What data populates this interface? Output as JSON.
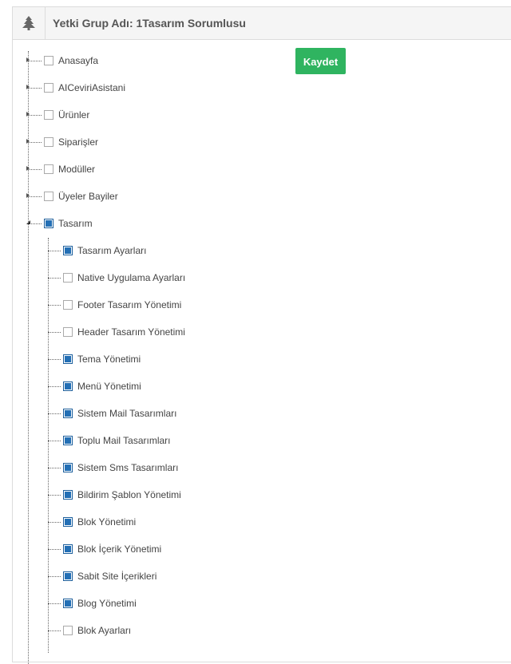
{
  "header": {
    "title": "Yetki Grup Adı: 1Tasarım Sorumlusu",
    "icon": "tree-icon"
  },
  "save_label": "Kaydet",
  "colors": {
    "accent": "#2fb460",
    "checkbox": "#236fb5"
  },
  "tree": [
    {
      "label": "Anasayfa",
      "checked": false,
      "expanded": false
    },
    {
      "label": "AICeviriAsistani",
      "checked": false,
      "expanded": false
    },
    {
      "label": "Ürünler",
      "checked": false,
      "expanded": false
    },
    {
      "label": "Siparişler",
      "checked": false,
      "expanded": false
    },
    {
      "label": "Modüller",
      "checked": false,
      "expanded": false
    },
    {
      "label": "Üyeler Bayiler",
      "checked": false,
      "expanded": false
    },
    {
      "label": "Tasarım",
      "checked": true,
      "expanded": true,
      "children": [
        {
          "label": "Tasarım Ayarları",
          "checked": true
        },
        {
          "label": "Native Uygulama Ayarları",
          "checked": false
        },
        {
          "label": "Footer Tasarım Yönetimi",
          "checked": false
        },
        {
          "label": "Header Tasarım Yönetimi",
          "checked": false
        },
        {
          "label": "Tema Yönetimi",
          "checked": true
        },
        {
          "label": "Menü Yönetimi",
          "checked": true
        },
        {
          "label": "Sistem Mail Tasarımları",
          "checked": true
        },
        {
          "label": "Toplu Mail Tasarımları",
          "checked": true
        },
        {
          "label": "Sistem Sms Tasarımları",
          "checked": true
        },
        {
          "label": "Bildirim Şablon Yönetimi",
          "checked": true
        },
        {
          "label": "Blok Yönetimi",
          "checked": true
        },
        {
          "label": "Blok İçerik Yönetimi",
          "checked": true
        },
        {
          "label": "Sabit Site İçerikleri",
          "checked": true
        },
        {
          "label": "Blog Yönetimi",
          "checked": true
        },
        {
          "label": "Blok Ayarları",
          "checked": false
        }
      ]
    }
  ]
}
